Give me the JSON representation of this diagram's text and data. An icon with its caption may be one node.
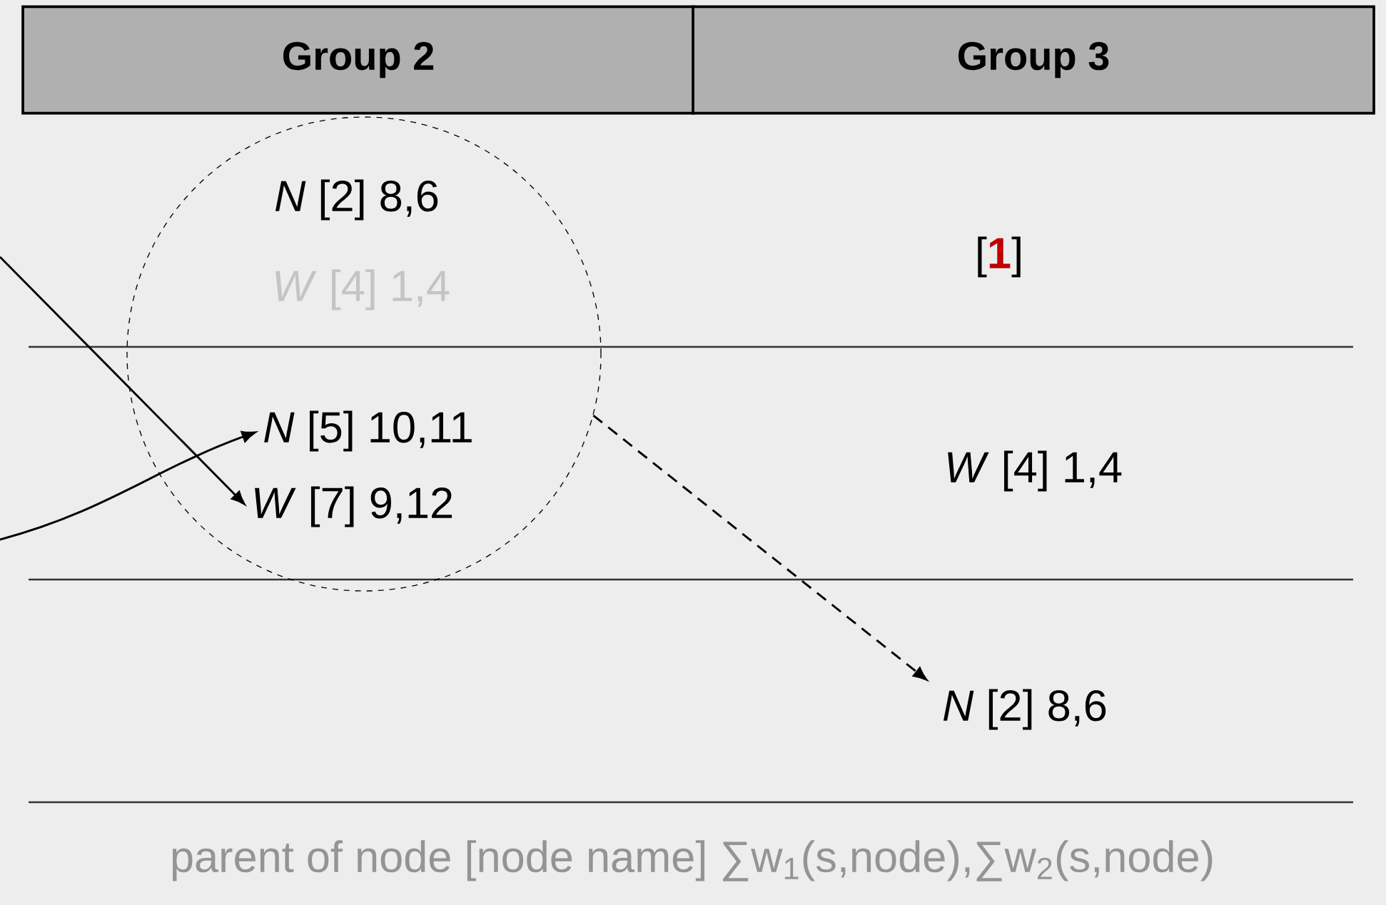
{
  "diagram": {
    "nodes": [
      {
        "text": [
          "Group 2"
        ]
      },
      {
        "text": [
          "Group 3"
        ]
      },
      {
        "text": [],
        "shape": "circle"
      },
      {
        "text": [
          "*N* [2] 8,6"
        ],
        "in": 2
      },
      {
        "text": [
          "*W* [4] 1,4"
        ],
        "in": 2
      },
      {
        "text": [
          "*N* [5] 10,11"
        ],
        "in": 2
      },
      {
        "text": [
          "*W* [7] 9,12"
        ],
        "in": 2
      },
      {
        "text": [
          "[**1**]"
        ]
      },
      {
        "text": [
          "*W* [4] 1,4"
        ]
      },
      {
        "text": [
          "*N* [2] 8,6"
        ]
      }
    ],
    "edges": [
      {
        "from": null,
        "to": 6,
        "arrow": "to"
      },
      {
        "from": null,
        "to": 5,
        "arrow": "to"
      },
      {
        "from": 2,
        "to": 9,
        "arrow": "to",
        "style": "dashed"
      }
    ],
    "labels": [
      "parent of node [node name] ∑w$_{1}$(s,node),∑w$_{2}$(s,node)"
    ]
  }
}
